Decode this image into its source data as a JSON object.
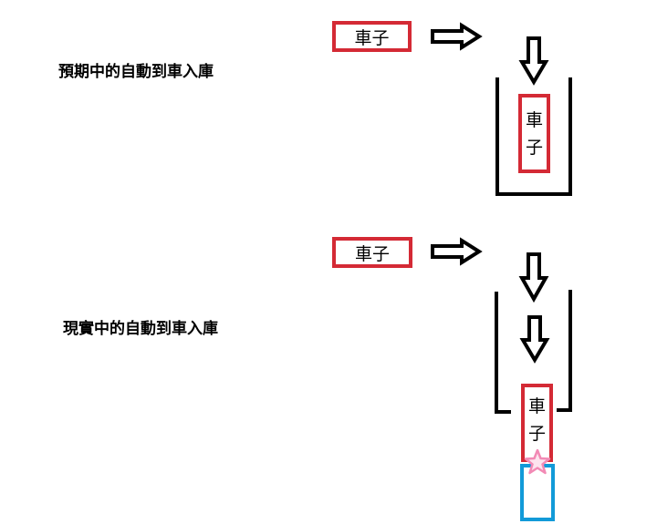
{
  "top": {
    "caption": "預期中的自動到車入庫",
    "car_label": "車子",
    "garage_car_chars": [
      "車",
      "子"
    ]
  },
  "bottom": {
    "caption": "現實中的自動到車入庫",
    "car_label": "車子",
    "garage_car_chars": [
      "車",
      "子"
    ]
  },
  "colors": {
    "car_border": "#d42a35",
    "garage_line": "#000000",
    "blue_box": "#129ad8",
    "star": "#f28ab5"
  }
}
